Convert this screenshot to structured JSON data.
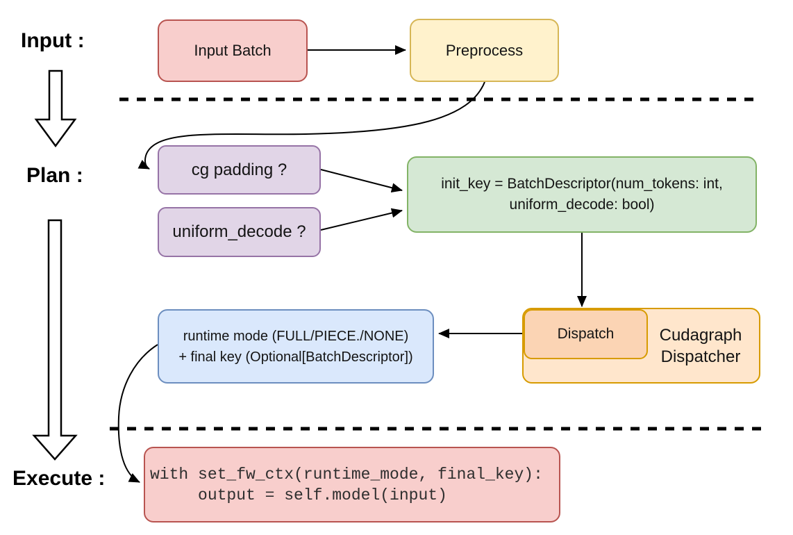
{
  "diagram": {
    "background": "#ffffff",
    "sections": {
      "input": {
        "label": "Input :"
      },
      "plan": {
        "label": "Plan :"
      },
      "execute": {
        "label": "Execute :"
      }
    },
    "nodes": {
      "input_batch": {
        "label": "Input Batch",
        "fill": "#f8cecc",
        "stroke": "#b85450"
      },
      "preprocess": {
        "label": "Preprocess",
        "fill": "#fff2cc",
        "stroke": "#d6b656"
      },
      "cg_padding": {
        "label": "cg padding ?",
        "fill": "#e1d5e7",
        "stroke": "#9673a6"
      },
      "uniform_decode": {
        "label": "uniform_decode ?",
        "fill": "#e1d5e7",
        "stroke": "#9673a6"
      },
      "init_key": {
        "line1": "init_key = BatchDescriptor(num_tokens: int,",
        "line2": "uniform_decode: bool)",
        "fill": "#d5e8d4",
        "stroke": "#82b366"
      },
      "dispatch": {
        "label": "Dispatch",
        "fill": "#fbd4b4",
        "stroke": "#d79b00"
      },
      "cudagraph_dispatcher": {
        "line1": "Cudagraph",
        "line2": "Dispatcher",
        "fill": "#ffe6cc",
        "stroke": "#d79b00"
      },
      "runtime_mode": {
        "line1": "runtime mode (FULL/PIECE./NONE)",
        "line2": "+ final key (Optional[BatchDescriptor])",
        "fill": "#dae8fc",
        "stroke": "#6c8ebf"
      },
      "execute_code": {
        "line1": "with set_fw_ctx(runtime_mode, final_key):",
        "line2": "     output = self.model(input)",
        "fill": "#f8cecc",
        "stroke": "#b85450"
      }
    },
    "connectors": [
      {
        "from": "input_batch",
        "to": "preprocess"
      },
      {
        "from": "preprocess",
        "to": "cg_padding"
      },
      {
        "from": "cg_padding",
        "to": "init_key"
      },
      {
        "from": "uniform_decode",
        "to": "init_key"
      },
      {
        "from": "init_key",
        "to": "dispatch"
      },
      {
        "from": "dispatch",
        "to": "runtime_mode"
      },
      {
        "from": "runtime_mode",
        "to": "execute_code"
      },
      {
        "from": "input_section",
        "to": "plan_section"
      },
      {
        "from": "plan_section",
        "to": "execute_section"
      }
    ]
  }
}
